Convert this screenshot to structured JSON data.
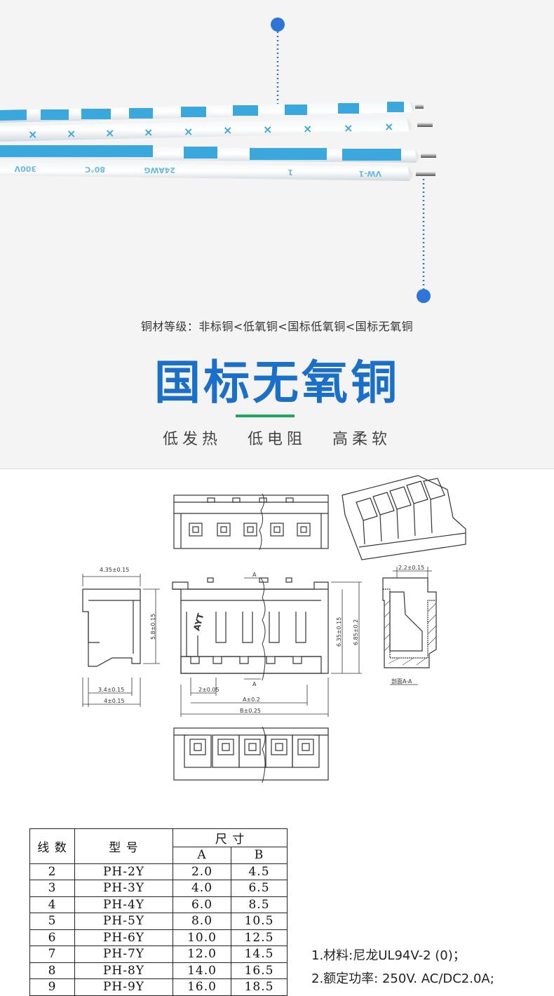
{
  "hero": {
    "grade_line": "铜材等级：非标铜<低氧铜<国标低氧铜<国标无氧铜",
    "title": "国标无氧铜",
    "features": [
      "低发热",
      "低电阻",
      "高柔软"
    ],
    "wire_print": [
      "300V",
      "80°C",
      "24AWG",
      "1",
      "VW-1"
    ]
  },
  "drawing": {
    "dimensions": {
      "w_435": "4.35±0.15",
      "h_58": "5.8±0.15",
      "w_34": "3.4±0.15",
      "w_4": "4±0.15",
      "pitch": "2±0.05",
      "a": "A±0.2",
      "b": "B±0.25",
      "h_635": "6.35±0.15",
      "h_685": "6.85±0.2",
      "w_22": "2.2±0.15",
      "section_label": "A",
      "section_title": "剖面A-A",
      "brand": "AYT"
    }
  },
  "table": {
    "header_lines": "线 数",
    "header_model": "型  号",
    "header_size": "尺  寸",
    "header_a": "A",
    "header_b": "B",
    "rows": [
      {
        "lines": "2",
        "model": "PH-2Y",
        "a": "2.0",
        "b": "4.5"
      },
      {
        "lines": "3",
        "model": "PH-3Y",
        "a": "4.0",
        "b": "6.5"
      },
      {
        "lines": "4",
        "model": "PH-4Y",
        "a": "6.0",
        "b": "8.5"
      },
      {
        "lines": "5",
        "model": "PH-5Y",
        "a": "8.0",
        "b": "10.5"
      },
      {
        "lines": "6",
        "model": "PH-6Y",
        "a": "10.0",
        "b": "12.5"
      },
      {
        "lines": "7",
        "model": "PH-7Y",
        "a": "12.0",
        "b": "14.5"
      },
      {
        "lines": "8",
        "model": "PH-8Y",
        "a": "14.0",
        "b": "16.5"
      },
      {
        "lines": "9",
        "model": "PH-9Y",
        "a": "16.0",
        "b": "18.5"
      }
    ]
  },
  "notes": {
    "material": "1.材料:尼龙UL94V-2 (0)；",
    "power": "2.额定功率: 250V. AC/DC2.0A;"
  },
  "colors": {
    "accent_blue": "#1a70c8",
    "rule_green": "#22a45b",
    "dot_blue": "#2f74d8"
  }
}
